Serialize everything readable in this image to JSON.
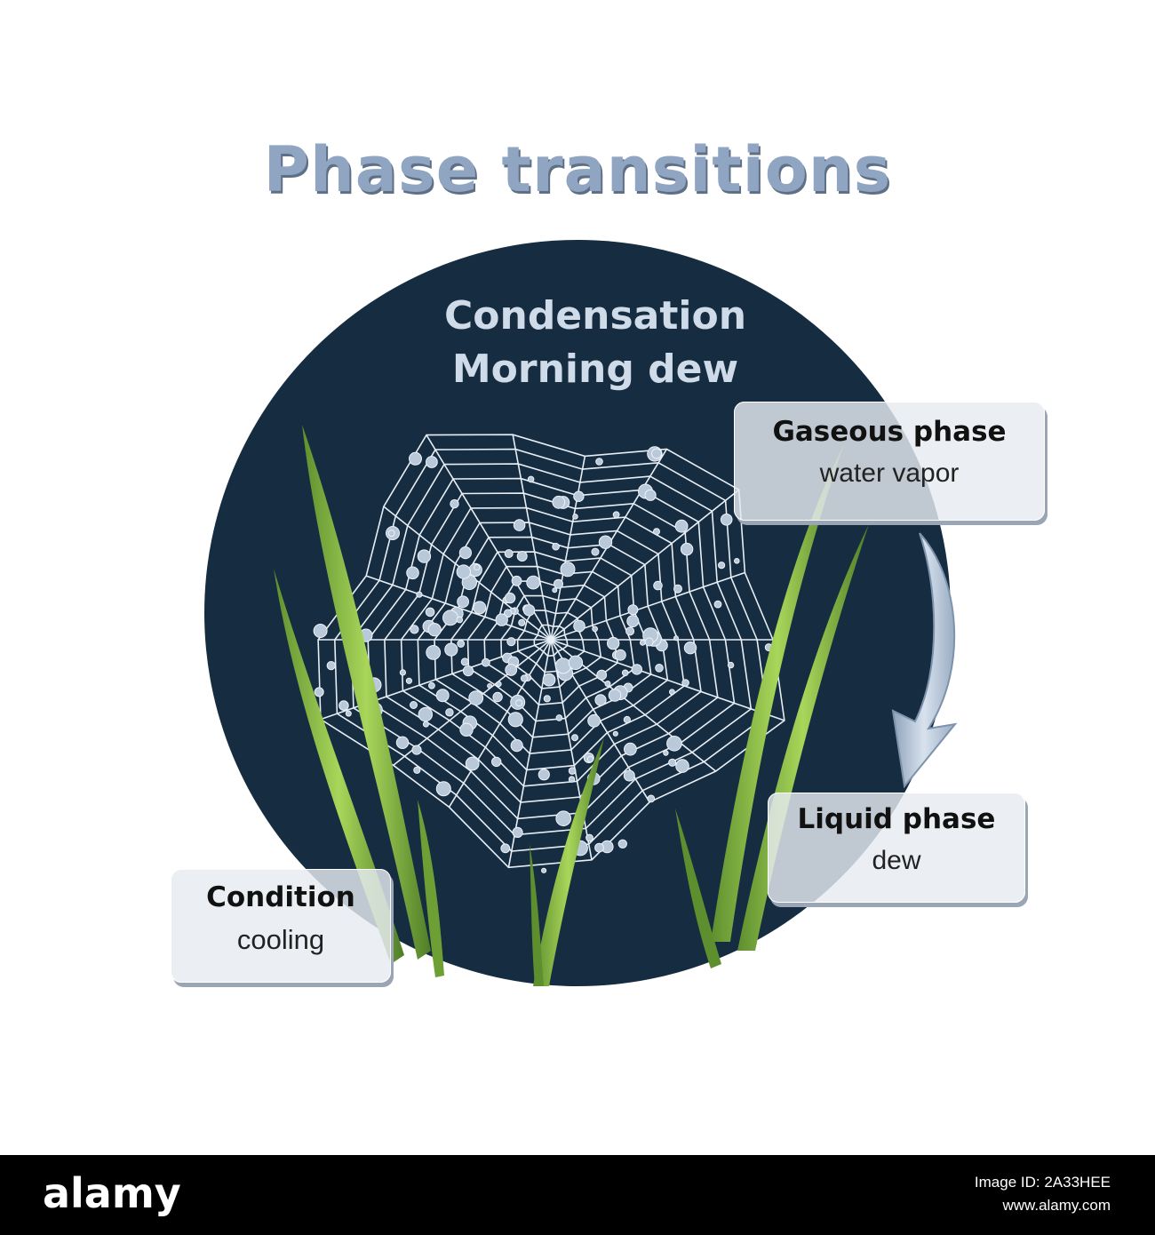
{
  "title": "Phase transitions",
  "heading": {
    "line1": "Condensation",
    "line2": "Morning dew"
  },
  "cards": {
    "gaseous": {
      "name": "Gaseous phase",
      "value": "water vapor"
    },
    "liquid": {
      "name": "Liquid phase",
      "value": "dew"
    },
    "condition": {
      "name": "Condition",
      "value": "cooling"
    }
  },
  "footer": {
    "logo": "alamy",
    "image_id": "Image ID: 2A33HEE",
    "site": "www.alamy.com"
  },
  "colors": {
    "circle": "#152c41",
    "title": "#8fa5c2",
    "grass": "#8cc63f",
    "web": "#e8eef5",
    "arrow": "#b8c8da"
  }
}
